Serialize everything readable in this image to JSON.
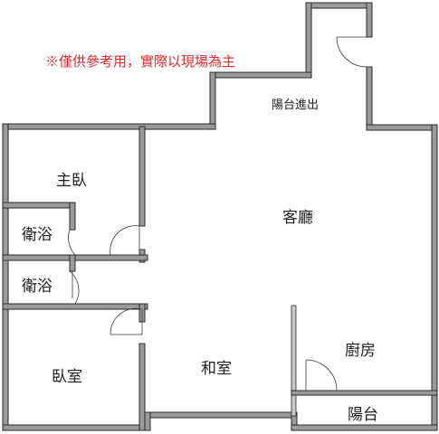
{
  "disclaimer": {
    "text": "※僅供參考用，實際以現場為主",
    "color": "#e0282d"
  },
  "rooms": {
    "master_bedroom": "主臥",
    "bath_1": "衛浴",
    "bath_2": "衛浴",
    "bedroom": "臥室",
    "living": "客廳",
    "japanese_room": "和室",
    "kitchen": "廚房",
    "balcony": "陽台"
  },
  "balcony_access": "陽台進出",
  "wall_color": "#9a9a9a"
}
